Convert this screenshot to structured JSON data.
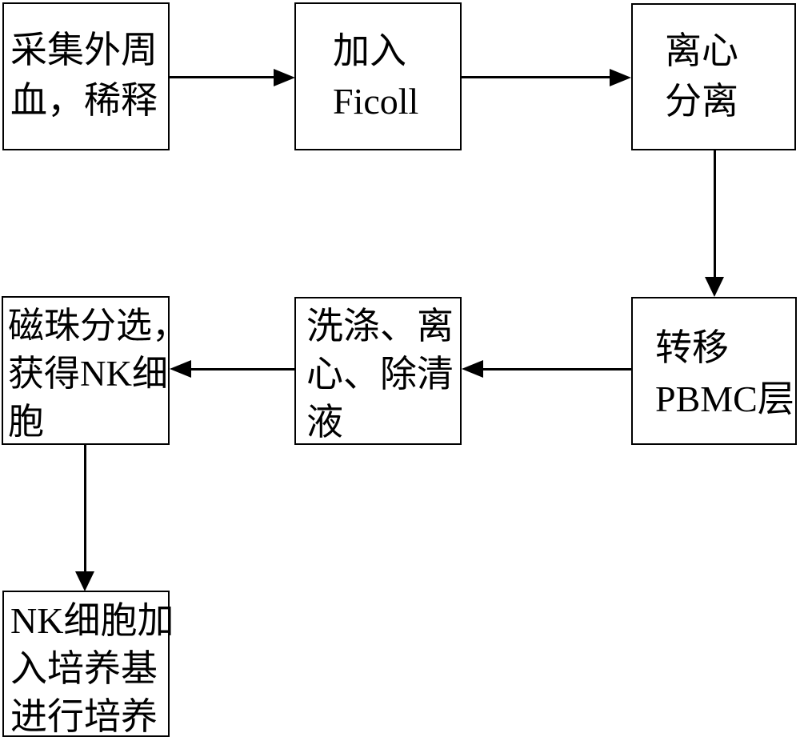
{
  "diagram": {
    "type": "flowchart",
    "language": "zh-CN",
    "colors": {
      "line": "#000000",
      "text": "#000000",
      "background": "#ffffff"
    },
    "nodes": [
      {
        "id": "collect-blood",
        "text": "采集外周血，稀释",
        "lines": [
          "采集外周",
          "血，稀释"
        ]
      },
      {
        "id": "add-ficoll",
        "text": "加入Ficoll",
        "lines": [
          "加入",
          "Ficoll"
        ]
      },
      {
        "id": "centrifuge",
        "text": "离心分离",
        "lines": [
          "离心",
          "分离"
        ]
      },
      {
        "id": "transfer-pbmc",
        "text": "转移PBMC层",
        "lines": [
          "转移",
          "PBMC层"
        ]
      },
      {
        "id": "wash",
        "text": "洗涤、离心、除清液",
        "lines": [
          "洗涤、离",
          "心、除清",
          "液"
        ]
      },
      {
        "id": "magnetic-sort",
        "text": "磁珠分选，获得NK细胞",
        "lines": [
          "磁珠分选，",
          "获得NK细",
          "胞"
        ]
      },
      {
        "id": "culture",
        "text": "NK细胞加入培养基进行培养",
        "lines": [
          "NK细胞加",
          "入培养基",
          "进行培养"
        ]
      }
    ],
    "edges": [
      {
        "from": "collect-blood",
        "to": "add-ficoll",
        "direction": "right"
      },
      {
        "from": "add-ficoll",
        "to": "centrifuge",
        "direction": "right"
      },
      {
        "from": "centrifuge",
        "to": "transfer-pbmc",
        "direction": "down"
      },
      {
        "from": "transfer-pbmc",
        "to": "wash",
        "direction": "left"
      },
      {
        "from": "wash",
        "to": "magnetic-sort",
        "direction": "left"
      },
      {
        "from": "magnetic-sort",
        "to": "culture",
        "direction": "down"
      }
    ]
  }
}
